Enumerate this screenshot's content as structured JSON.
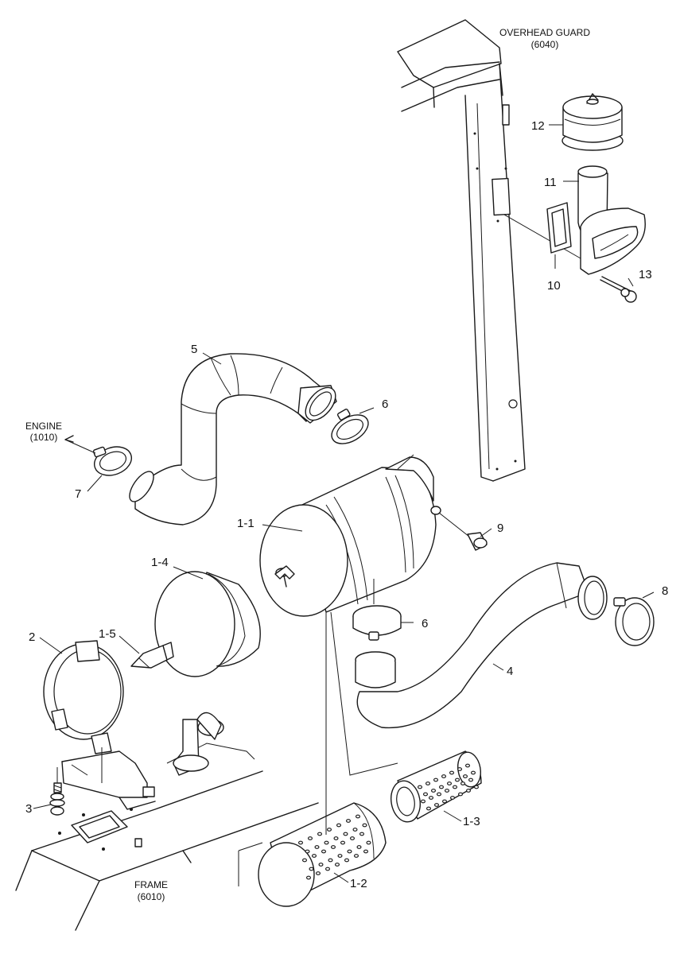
{
  "callouts": {
    "overhead_guard": "OVERHEAD GUARD",
    "overhead_guard_code": "(6040)",
    "engine": "ENGINE",
    "engine_code": "(1010)",
    "frame": "FRAME",
    "frame_code": "(6010)"
  },
  "parts": {
    "p1_1": "1-1",
    "p1_2": "1-2",
    "p1_3": "1-3",
    "p1_4": "1-4",
    "p1_5": "1-5",
    "p2": "2",
    "p3": "3",
    "p4": "4",
    "p5": "5",
    "p6a": "6",
    "p6b": "6",
    "p7": "7",
    "p8": "8",
    "p9": "9",
    "p10": "10",
    "p11": "11",
    "p12": "12",
    "p13": "13"
  }
}
